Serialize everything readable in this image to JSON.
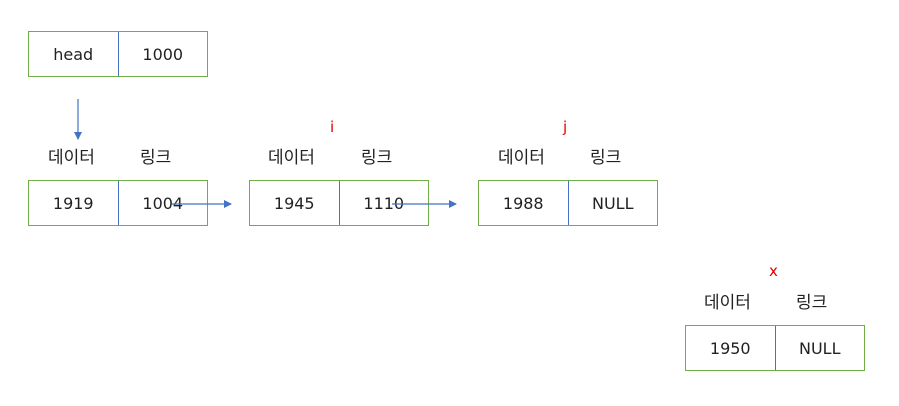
{
  "head": {
    "label": "head",
    "value": "1000"
  },
  "nodes": [
    {
      "data": "1919",
      "link": "1004",
      "data_header": "데이터",
      "link_header": "링크",
      "pointer": ""
    },
    {
      "data": "1945",
      "link": "1110",
      "data_header": "데이터",
      "link_header": "링크",
      "pointer": "i"
    },
    {
      "data": "1988",
      "link": "NULL",
      "data_header": "데이터",
      "link_header": "링크",
      "pointer": "j"
    }
  ],
  "new_node": {
    "data": "1950",
    "link": "NULL",
    "data_header": "데이터",
    "link_header": "링크",
    "pointer": "x"
  },
  "colors": {
    "box_border": "#70ad47",
    "divider": "#4472c4",
    "arrow": "#4472c4",
    "pointer_text": "#e00000"
  }
}
